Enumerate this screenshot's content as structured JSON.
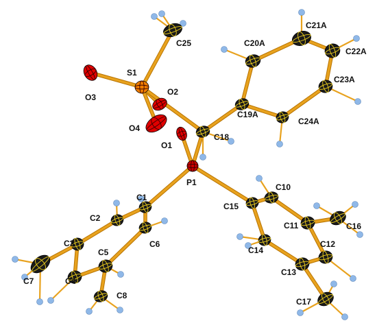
{
  "colors": {
    "bond": "#e8a21e",
    "bond_dark": "#b77300",
    "carbon": "#1a1a1a",
    "carbon_axis": "#f2d21c",
    "hydrogen": "#8fb8e8",
    "oxygen": "#e00000",
    "sulfur": "#f07d00",
    "phosphorus": "#c80000",
    "label": "#111111"
  },
  "atoms": {
    "S1": {
      "element": "S",
      "label": "S1"
    },
    "O1": {
      "element": "O",
      "label": "O1"
    },
    "O2": {
      "element": "O",
      "label": "O2"
    },
    "O3": {
      "element": "O",
      "label": "O3"
    },
    "O4": {
      "element": "O",
      "label": "O4"
    },
    "P1": {
      "element": "P",
      "label": "P1"
    },
    "C1": {
      "element": "C",
      "label": "C1"
    },
    "C2": {
      "element": "C",
      "label": "C2"
    },
    "C3": {
      "element": "C",
      "label": "C3"
    },
    "C4": {
      "element": "C",
      "label": "C4"
    },
    "C5": {
      "element": "C",
      "label": "C5"
    },
    "C6": {
      "element": "C",
      "label": "C6"
    },
    "C7": {
      "element": "C",
      "label": "C7"
    },
    "C8": {
      "element": "C",
      "label": "C8"
    },
    "C10": {
      "element": "C",
      "label": "C10"
    },
    "C11": {
      "element": "C",
      "label": "C11"
    },
    "C12": {
      "element": "C",
      "label": "C12"
    },
    "C13": {
      "element": "C",
      "label": "C13"
    },
    "C14": {
      "element": "C",
      "label": "C14"
    },
    "C15": {
      "element": "C",
      "label": "C15"
    },
    "C16": {
      "element": "C",
      "label": "C16"
    },
    "C17": {
      "element": "C",
      "label": "C17"
    },
    "C18": {
      "element": "C",
      "label": "C18"
    },
    "C19A": {
      "element": "C",
      "label": "C19A"
    },
    "C20A": {
      "element": "C",
      "label": "C20A"
    },
    "C21A": {
      "element": "C",
      "label": "C21A"
    },
    "C22A": {
      "element": "C",
      "label": "C22A"
    },
    "C23A": {
      "element": "C",
      "label": "C23A"
    },
    "C24A": {
      "element": "C",
      "label": "C24A"
    },
    "C25": {
      "element": "C",
      "label": "C25"
    }
  },
  "bonds": [
    [
      "S1",
      "O3"
    ],
    [
      "S1",
      "O2"
    ],
    [
      "S1",
      "O4"
    ],
    [
      "S1",
      "C25"
    ],
    [
      "S1",
      "C18"
    ],
    [
      "O1",
      "P1"
    ],
    [
      "C18",
      "P1"
    ],
    [
      "C18",
      "C19A"
    ],
    [
      "C19A",
      "C20A"
    ],
    [
      "C20A",
      "C21A"
    ],
    [
      "C21A",
      "C22A"
    ],
    [
      "C22A",
      "C23A"
    ],
    [
      "C23A",
      "C24A"
    ],
    [
      "C24A",
      "C19A"
    ],
    [
      "P1",
      "C1"
    ],
    [
      "P1",
      "C15"
    ],
    [
      "C1",
      "C2"
    ],
    [
      "C2",
      "C3"
    ],
    [
      "C3",
      "C4"
    ],
    [
      "C4",
      "C5"
    ],
    [
      "C5",
      "C6"
    ],
    [
      "C6",
      "C1"
    ],
    [
      "C3",
      "C7"
    ],
    [
      "C5",
      "C8"
    ],
    [
      "C15",
      "C10"
    ],
    [
      "C10",
      "C11"
    ],
    [
      "C11",
      "C12"
    ],
    [
      "C12",
      "C13"
    ],
    [
      "C13",
      "C14"
    ],
    [
      "C14",
      "C15"
    ],
    [
      "C11",
      "C16"
    ],
    [
      "C13",
      "C17"
    ]
  ]
}
